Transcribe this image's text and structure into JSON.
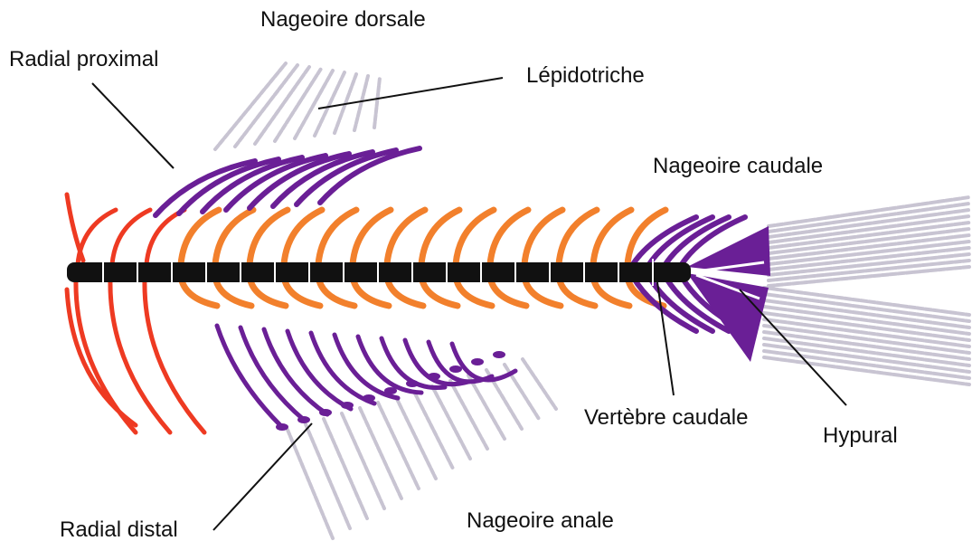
{
  "labels": {
    "dorsal_fin": "Nageoire dorsale",
    "proximal_radial": "Radial proximal",
    "lepidotrichia": "Lépidotriche",
    "caudal_fin": "Nageoire caudale",
    "caudal_vertebra": "Vertèbre caudale",
    "hypural": "Hypural",
    "distal_radial": "Radial distal",
    "anal_fin": "Nageoire anale"
  },
  "colors": {
    "anterior_ribs": "#ee3a22",
    "vertebral_spines": "#f2802c",
    "fin_supports": "#6a1f96",
    "fin_rays": "#c8c4d2",
    "vertebral_column": "#111111",
    "leader_lines": "#111111"
  }
}
